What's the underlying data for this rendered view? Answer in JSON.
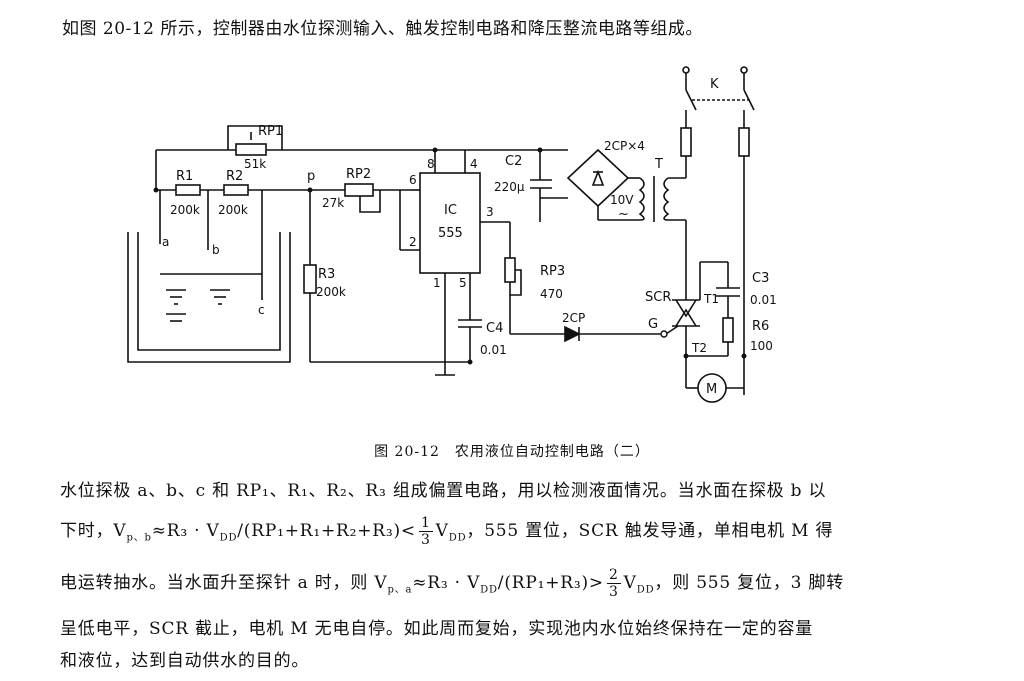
{
  "intro_text": "如图 20-12 所示，控制器由水位探测输入、触发控制电路和降压整流电路等组成。",
  "figure": {
    "caption": "图 20-12　农用液位自动控制电路（二）",
    "labels": {
      "rp1": "RP1",
      "rp1_val": "51k",
      "r1": "R1",
      "r1_val": "200k",
      "r2": "R2",
      "r2_val": "200k",
      "p": "p",
      "rp2": "RP2",
      "rp2_val": "27k",
      "r3": "R3",
      "r3_val": "200k",
      "probe_a": "a",
      "probe_b": "b",
      "probe_c": "c",
      "ic": "IC",
      "ic_num": "555",
      "pin8": "8",
      "pin4": "4",
      "pin6": "6",
      "pin3": "3",
      "pin2": "2",
      "pin1": "1",
      "pin5": "5",
      "c2": "C2",
      "c2_val": "220μ",
      "bridge": "2CP×4",
      "t": "T",
      "t_val": "10V",
      "t_ac": "~",
      "k": "K",
      "rp3": "RP3",
      "rp3_val": "470",
      "c4": "C4",
      "c4_val": "0.01",
      "diode": "2CP",
      "scr": "SCR",
      "g": "G",
      "t1": "T1",
      "t2": "T2",
      "c3": "C3",
      "c3_val": "0.01",
      "r6": "R6",
      "r6_val": "100",
      "m": "M"
    }
  },
  "paragraph": {
    "line1": "水位探极 a、b、c 和 RP₁、R₁、R₂、R₃ 组成偏置电路，用以检测液面情况。当水面在探极 b 以",
    "line2_pre": "下时，V",
    "line2_sub1": "p、b",
    "line2_mid": "≈R₃ · V",
    "line2_sub2": "DD",
    "line2_mid2": "/(RP₁+R₁+R₂+R₃)<",
    "frac1_num": "1",
    "frac1_den": "3",
    "line2_v": "V",
    "line2_sub3": "DD",
    "line2_post": "，555 置位，SCR 触发导通，单相电机 M 得",
    "line3_pre": "电运转抽水。当水面升至探针 a 时，则 V",
    "line3_sub1": "p、a",
    "line3_mid": "≈R₃ · V",
    "line3_sub2": "DD",
    "line3_mid2": "/(RP₁+R₃)>",
    "frac2_num": "2",
    "frac2_den": "3",
    "line3_v": "V",
    "line3_sub3": "DD",
    "line3_post": "，则 555 复位，3 脚转",
    "line4": "呈低电平，SCR 截止，电机 M 无电自停。如此周而复始，实现池内水位始终保持在一定的容量",
    "line5": "和液位，达到自动供水的目的。"
  }
}
